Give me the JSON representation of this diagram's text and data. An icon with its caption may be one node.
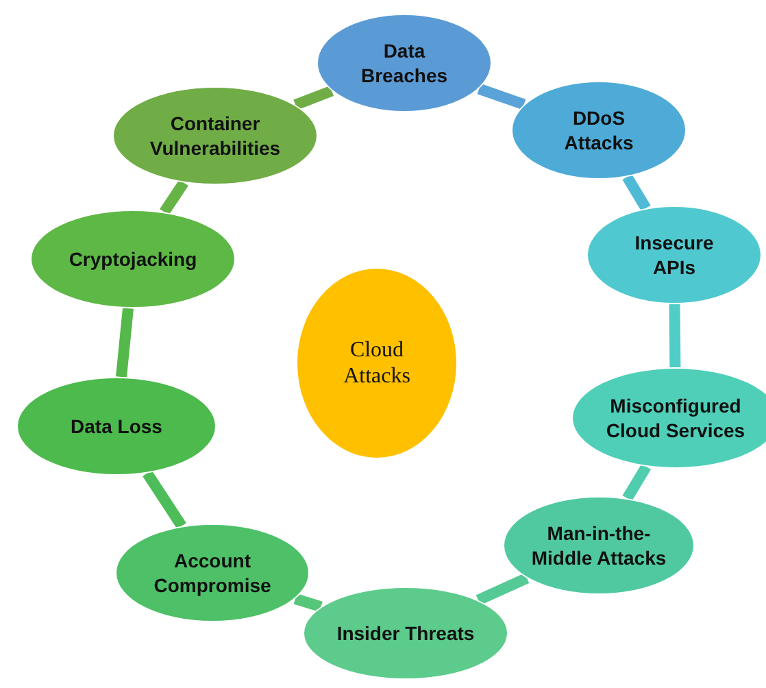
{
  "diagram": {
    "nodes": [
      {
        "text": [
          "Cloud Attacks"
        ]
      },
      {
        "text": [
          "Data Breaches"
        ]
      },
      {
        "text": [
          "DDoS Attacks"
        ]
      },
      {
        "text": [
          "Insecure APIs"
        ]
      },
      {
        "text": [
          "Misconfigured Cloud Services"
        ]
      },
      {
        "text": [
          "Man-in-the-Middle Attacks"
        ]
      },
      {
        "text": [
          "Insider Threats"
        ]
      },
      {
        "text": [
          "Account Compromise"
        ]
      },
      {
        "text": [
          "Data Loss"
        ]
      },
      {
        "text": [
          "Cryptojacking"
        ]
      },
      {
        "text": [
          "Container Vulnerabilities"
        ]
      }
    ],
    "edges": [
      {
        "from": 1,
        "to": 2,
        "arrow": "none",
        "color": "#5aa3d8"
      },
      {
        "from": 2,
        "to": 3,
        "arrow": "none",
        "color": "#4fbad5"
      },
      {
        "from": 3,
        "to": 4,
        "arrow": "none",
        "color": "#4fcdc6"
      },
      {
        "from": 4,
        "to": 5,
        "arrow": "none",
        "color": "#50ccae"
      },
      {
        "from": 5,
        "to": 6,
        "arrow": "none",
        "color": "#55c996"
      },
      {
        "from": 6,
        "to": 7,
        "arrow": "none",
        "color": "#56c67a"
      },
      {
        "from": 7,
        "to": 8,
        "arrow": "none",
        "color": "#4dbd5a"
      },
      {
        "from": 8,
        "to": 9,
        "arrow": "none",
        "color": "#55b84a"
      },
      {
        "from": 9,
        "to": 10,
        "arrow": "none",
        "color": "#66b346"
      },
      {
        "from": 10,
        "to": 1,
        "arrow": "none",
        "color": "#70ad47"
      }
    ]
  }
}
